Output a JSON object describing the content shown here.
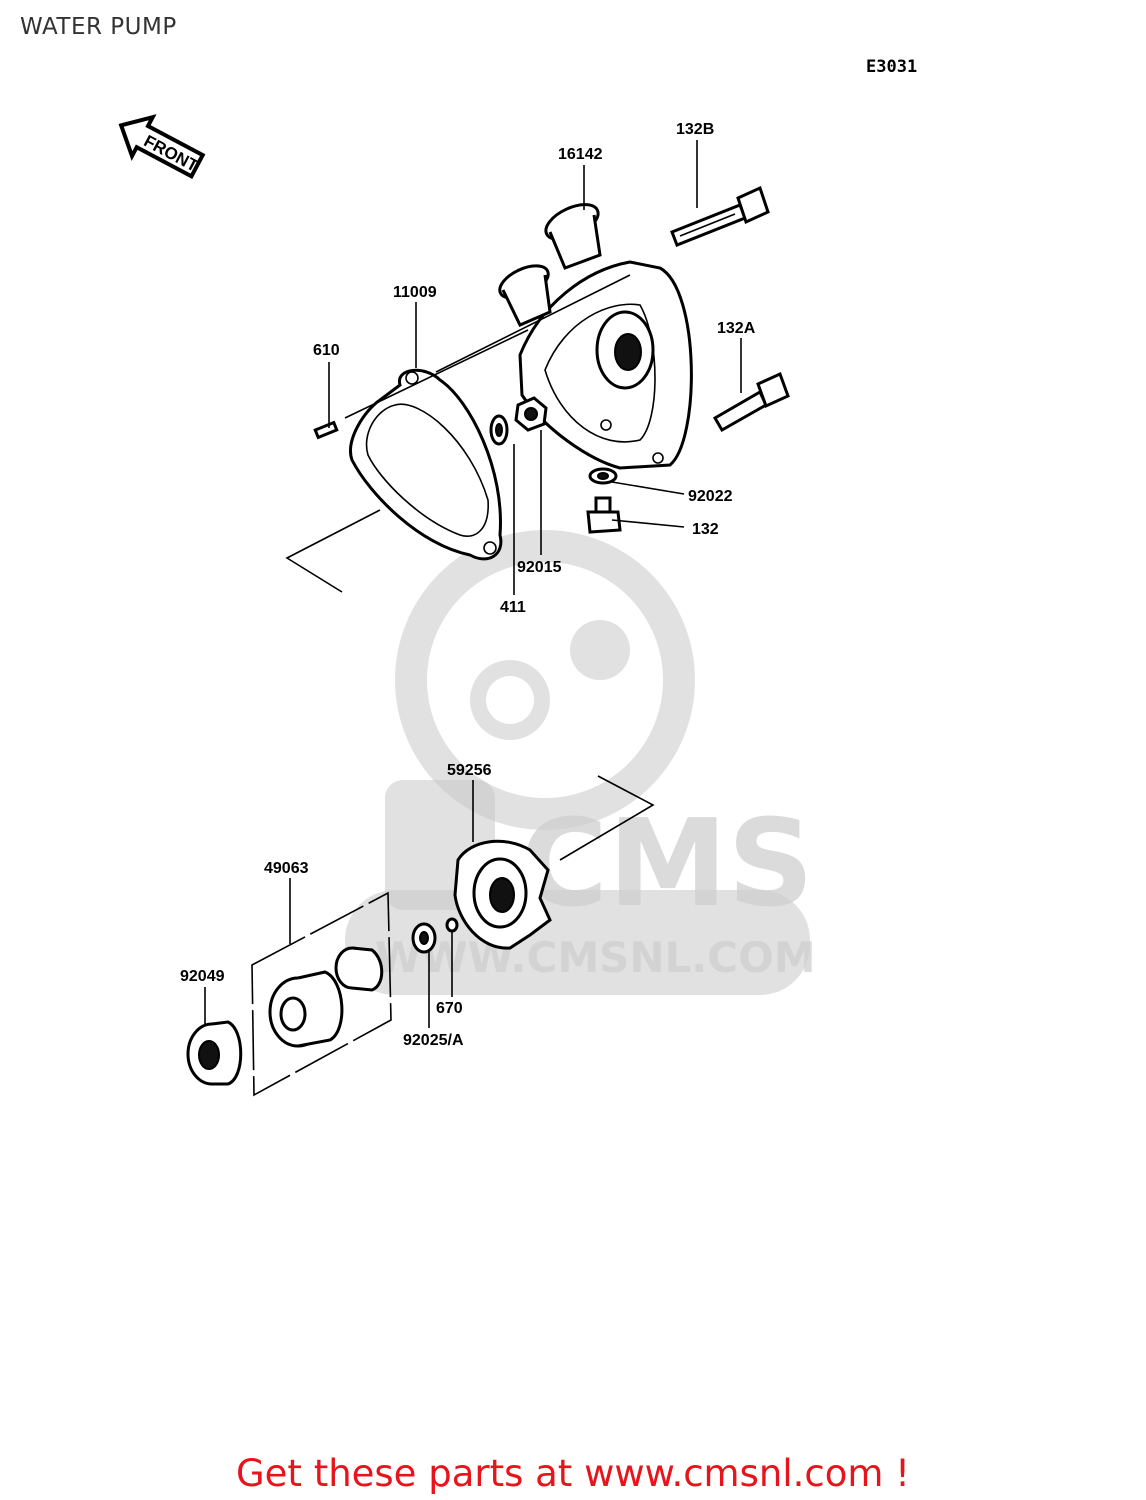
{
  "title": "WATER PUMP",
  "diagram_code": "E3031",
  "front_label": "FRONT",
  "watermark": {
    "brand": "CMS",
    "url": "WWW.CMSNL.COM"
  },
  "parts": [
    {
      "id": "p132B",
      "label": "132B"
    },
    {
      "id": "p16142",
      "label": "16142"
    },
    {
      "id": "p11009",
      "label": "11009"
    },
    {
      "id": "p610",
      "label": "610"
    },
    {
      "id": "p132A",
      "label": "132A"
    },
    {
      "id": "p92022",
      "label": "92022"
    },
    {
      "id": "p132",
      "label": "132"
    },
    {
      "id": "p92015",
      "label": "92015"
    },
    {
      "id": "p411",
      "label": "411"
    },
    {
      "id": "p59256",
      "label": "59256"
    },
    {
      "id": "p49063",
      "label": "49063"
    },
    {
      "id": "p92049",
      "label": "92049"
    },
    {
      "id": "p670",
      "label": "670"
    },
    {
      "id": "p92025A",
      "label": "92025/A"
    }
  ],
  "promo_text": "Get these parts at www.cmsnl.com !",
  "colors": {
    "promo": "#e8141b",
    "title": "#333333",
    "watermark": "#c8c8c8"
  }
}
